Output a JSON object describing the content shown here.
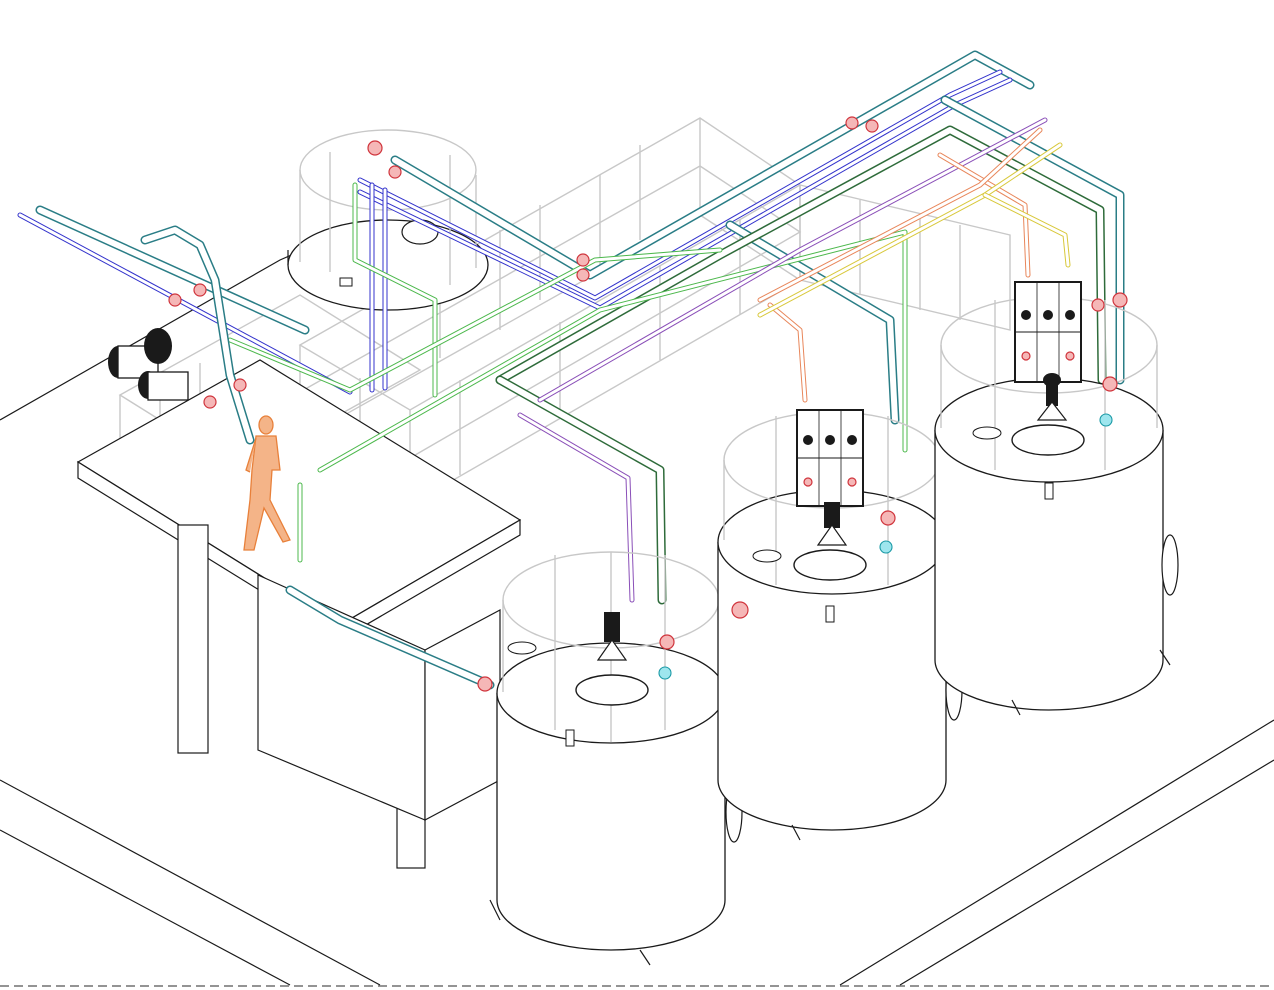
{
  "colors": {
    "background": "#ffffff",
    "linework": "#1a1a1a",
    "railing": "#c8c8c8",
    "pipe_teal": "#2a7d86",
    "pipe_blue": "#3333cc",
    "pipe_green": "#2e8b3a",
    "pipe_green_light": "#4cb84c",
    "pipe_purple": "#8a4fb8",
    "pipe_orange": "#e8865a",
    "pipe_yellow": "#d8c83a",
    "flange_red": "#d0343c",
    "valve_cyan": "#1b9aa6",
    "operator_figure": "#e8803a"
  },
  "drawing": {
    "view": "isometric",
    "tanks": [
      {
        "id": "tank-rear-left",
        "components": [
          "guard-railing",
          "manhole",
          "flanged-nozzle"
        ]
      },
      {
        "id": "tank-front",
        "components": [
          "agitator",
          "manhole",
          "guard-railing",
          "flanged-nozzle",
          "valve"
        ]
      },
      {
        "id": "tank-middle",
        "components": [
          "agitator",
          "manhole",
          "guard-railing",
          "control-panel",
          "flanged-nozzle",
          "valve"
        ]
      },
      {
        "id": "tank-right",
        "components": [
          "agitator",
          "manhole",
          "guard-railing",
          "control-panel",
          "flanged-nozzle",
          "valve"
        ]
      }
    ],
    "equipment": [
      "pump-skid",
      "elevated-platform",
      "pipe-rack",
      "operator-figure"
    ],
    "icons": {
      "agitator": "agitator-icon",
      "manhole": "manhole-icon",
      "control_panel": "control-panel-icon",
      "pump": "pump-icon",
      "operator": "person-icon",
      "flange": "flange-icon",
      "valve": "valve-icon"
    }
  }
}
